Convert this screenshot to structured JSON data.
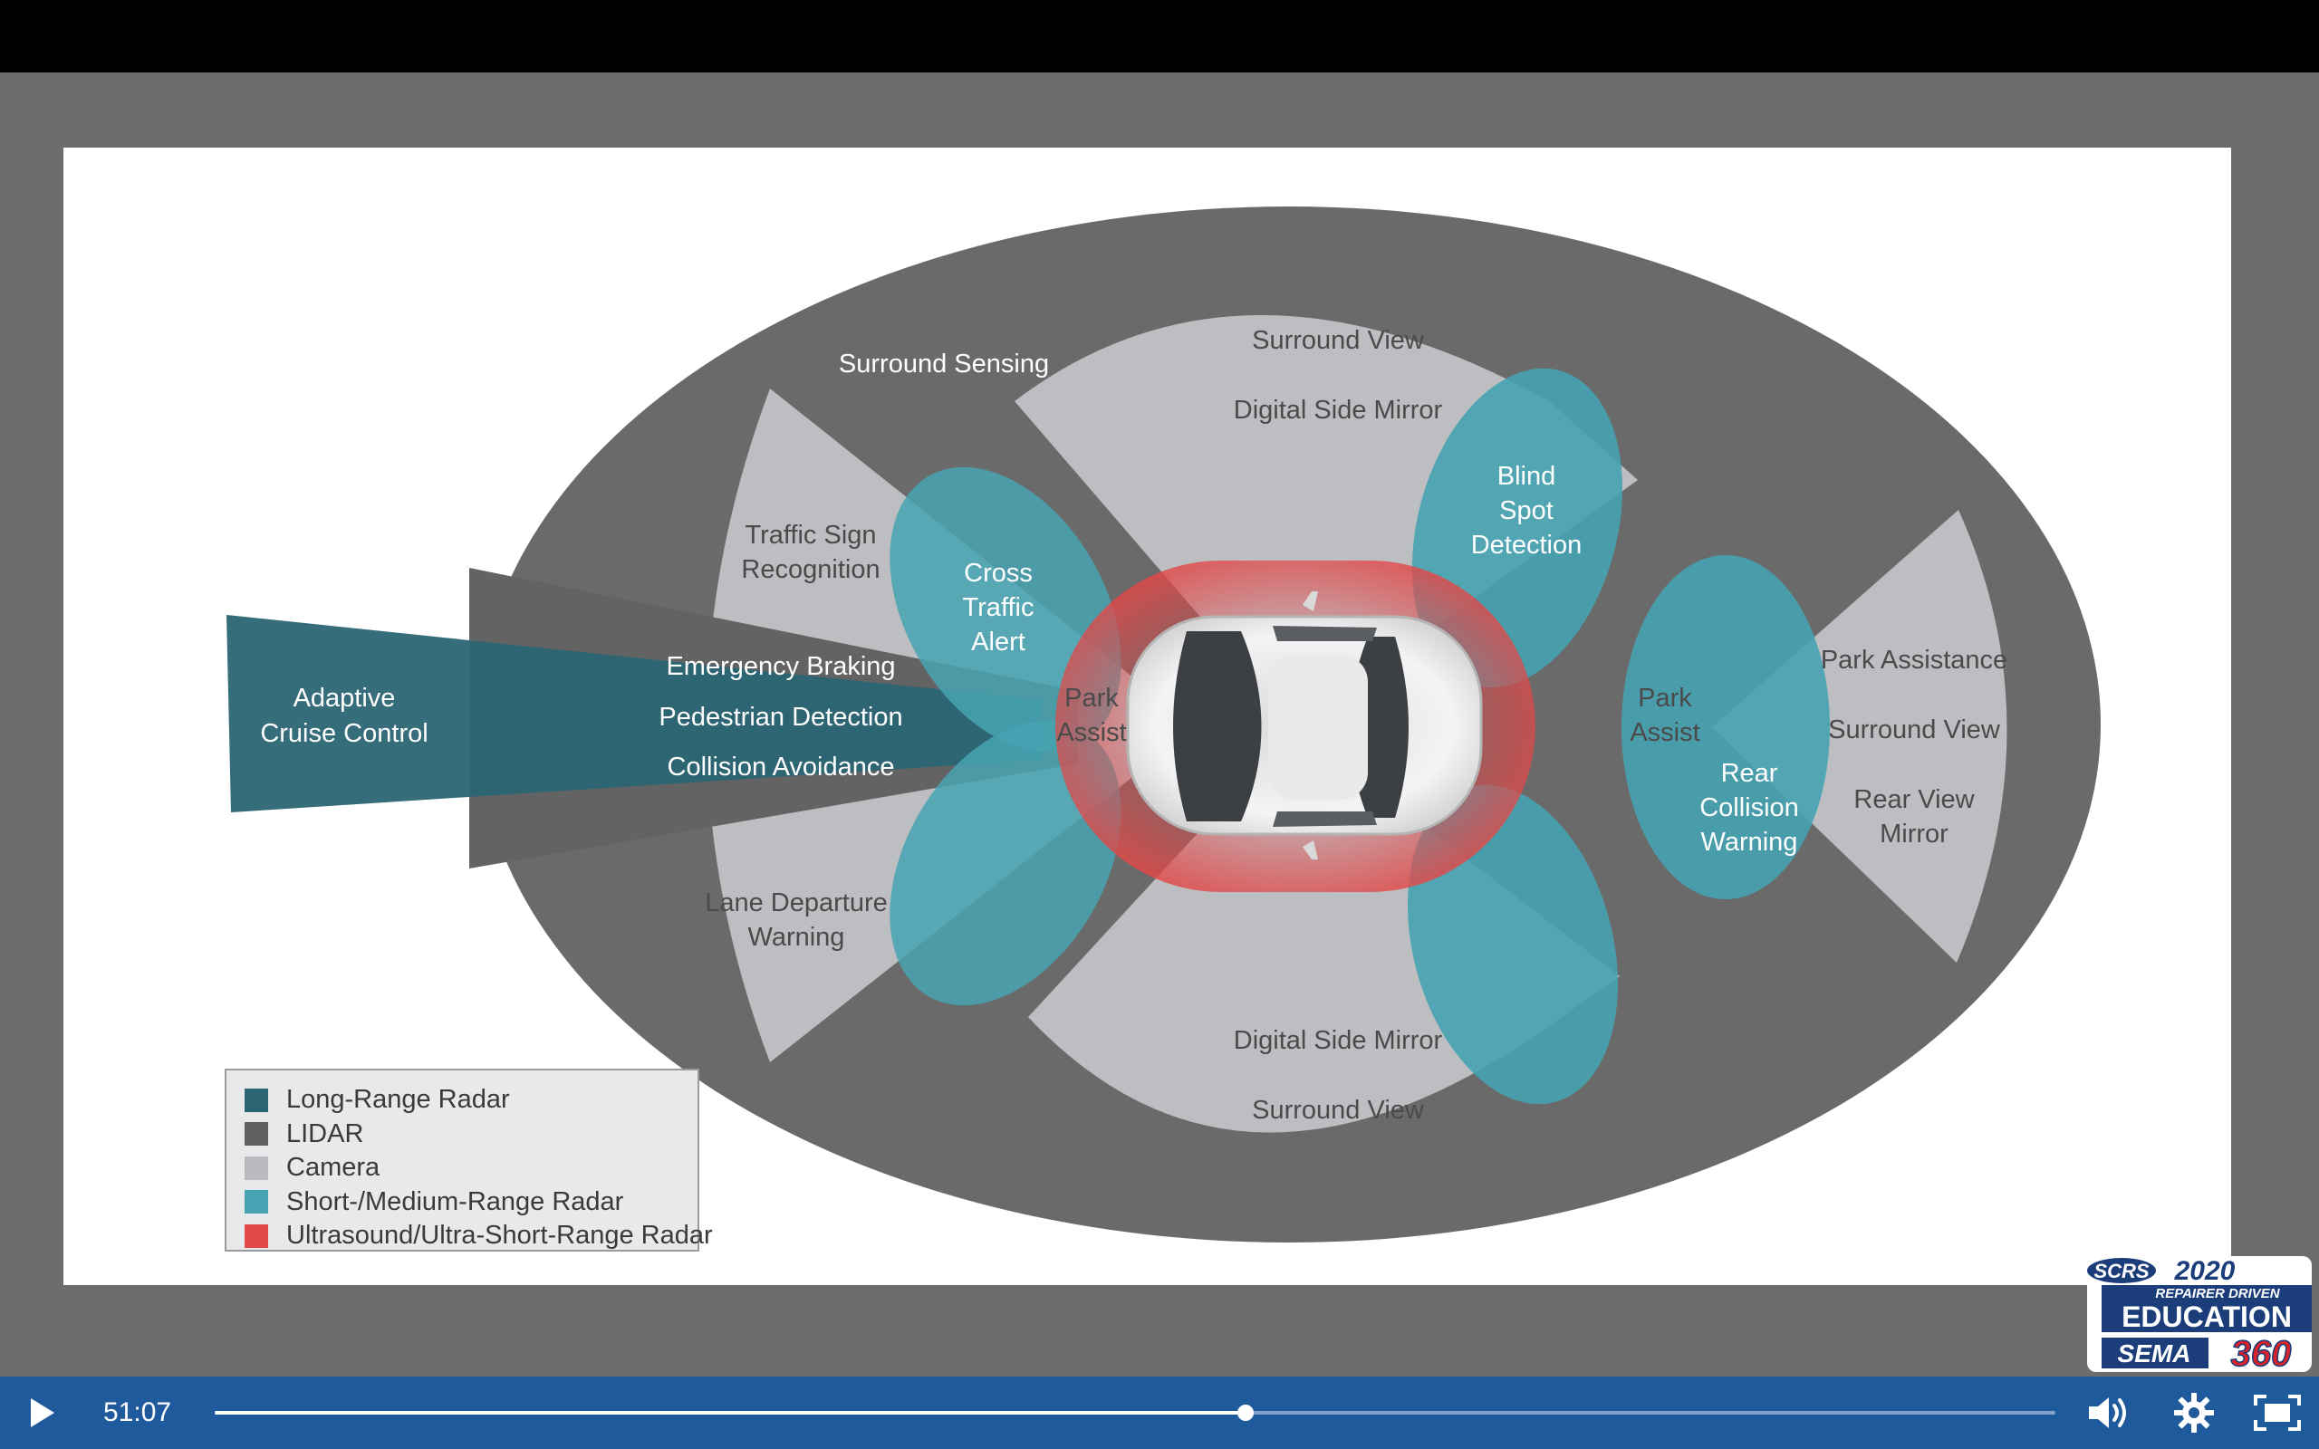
{
  "diagram": {
    "labels": {
      "surround_sensing": "Surround Sensing",
      "surround_view_top": "Surround View",
      "digital_side_mirror_top": "Digital Side Mirror",
      "blind_spot_1": "Blind",
      "blind_spot_2": "Spot",
      "blind_spot_3": "Detection",
      "traffic_sign_1": "Traffic Sign",
      "traffic_sign_2": "Recognition",
      "cross_traffic_1": "Cross",
      "cross_traffic_2": "Traffic",
      "cross_traffic_3": "Alert",
      "adaptive_cruise_1": "Adaptive",
      "adaptive_cruise_2": "Cruise Control",
      "emergency_braking": "Emergency Braking",
      "pedestrian_detection": "Pedestrian Detection",
      "collision_avoidance": "Collision Avoidance",
      "park_assist_front_1": "Park",
      "park_assist_front_2": "Assist",
      "park_assist_rear_1": "Park",
      "park_assist_rear_2": "Assist",
      "rear_collision_1": "Rear",
      "rear_collision_2": "Collision",
      "rear_collision_3": "Warning",
      "park_assistance": "Park Assistance",
      "surround_view_right": "Surround View",
      "rear_view_mirror_1": "Rear View",
      "rear_view_mirror_2": "Mirror",
      "lane_departure_1": "Lane Departure",
      "lane_departure_2": "Warning",
      "digital_side_mirror_bottom": "Digital Side Mirror",
      "surround_view_bottom": "Surround View"
    },
    "legend": [
      {
        "label": "Long-Range Radar",
        "color": "#2b6573"
      },
      {
        "label": "LIDAR",
        "color": "#606060"
      },
      {
        "label": "Camera",
        "color": "#b9babd"
      },
      {
        "label": "Short-/Medium-Range Radar",
        "color": "#46a3b1"
      },
      {
        "label": "Ultrasound/Ultra-Short-Range Radar",
        "color": "#e34848"
      }
    ]
  },
  "logo": {
    "line1": "SCRS",
    "line2": "2020",
    "line3": "REPAIRER DRIVEN",
    "line4": "EDUCATION",
    "line5": "SEMA",
    "line6": "360"
  },
  "player": {
    "current_time": "51:07",
    "progress": 0.56,
    "icons": [
      "play-icon",
      "volume-icon",
      "settings-gear-icon",
      "fullscreen-icon"
    ]
  }
}
